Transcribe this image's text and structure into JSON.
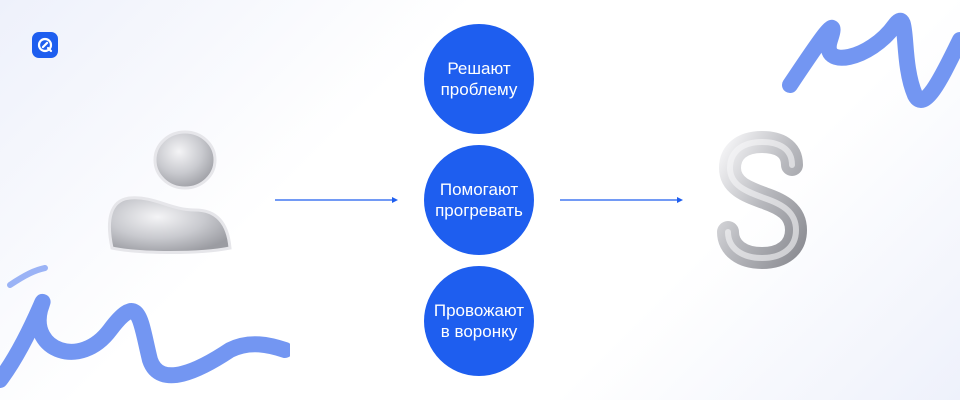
{
  "logo": {
    "icon": "chat-bubble-logo-icon",
    "color": "#1e5eef"
  },
  "left_icon": "user-silhouette-icon",
  "right_icon": "dollar-sign-icon",
  "steps": [
    {
      "label": "Решают\nпроблему"
    },
    {
      "label": "Помогают\nпрогревать"
    },
    {
      "label": "Провожают\nв воронку"
    }
  ],
  "colors": {
    "accent": "#1e5eef",
    "scribble": "#5b84f0",
    "arrow": "#1e5eef"
  }
}
